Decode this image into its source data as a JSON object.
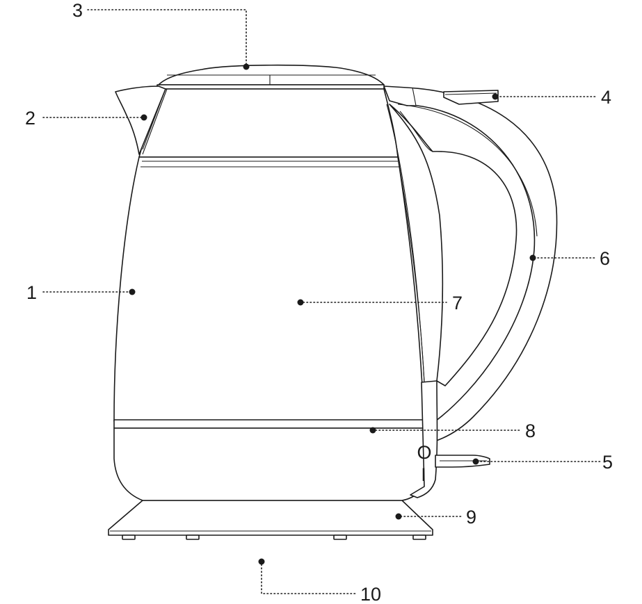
{
  "callouts": [
    {
      "id": "1",
      "label": "1"
    },
    {
      "id": "2",
      "label": "2"
    },
    {
      "id": "3",
      "label": "3"
    },
    {
      "id": "4",
      "label": "4"
    },
    {
      "id": "5",
      "label": "5"
    },
    {
      "id": "6",
      "label": "6"
    },
    {
      "id": "7",
      "label": "7"
    },
    {
      "id": "8",
      "label": "8"
    },
    {
      "id": "9",
      "label": "9"
    },
    {
      "id": "10",
      "label": "10"
    }
  ],
  "switch_marks": {
    "on": "I",
    "off": "O"
  }
}
